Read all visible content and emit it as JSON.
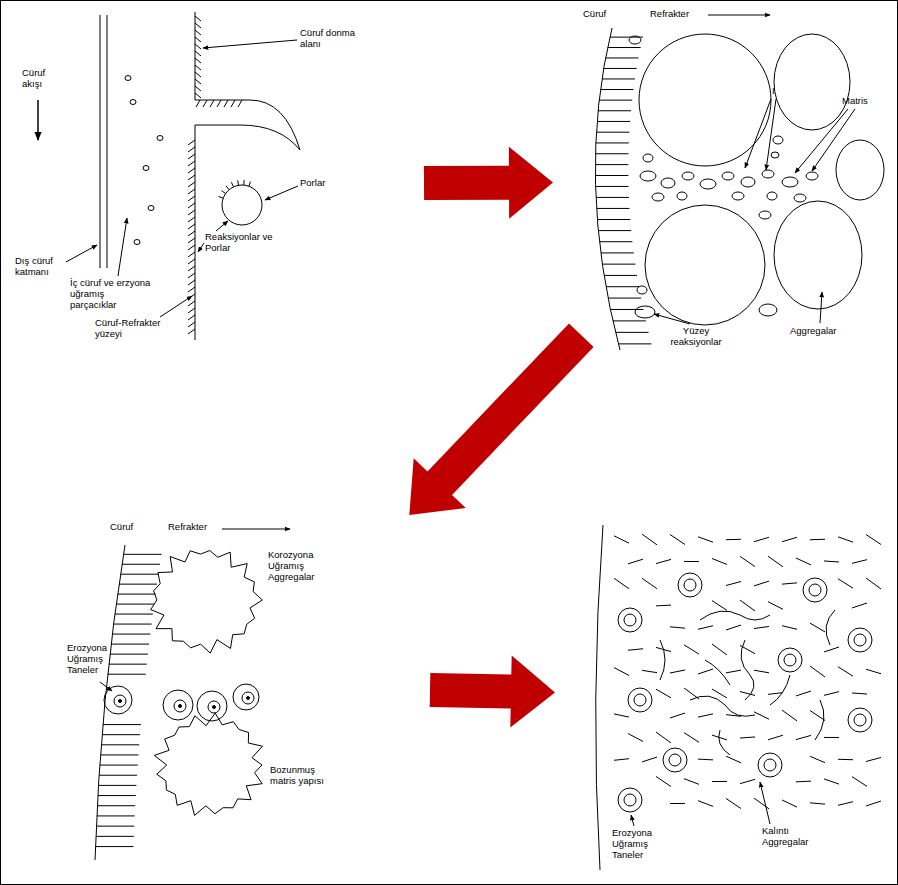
{
  "diagram": {
    "nodes": [
      {
        "text": [
          "Cüruf akışı",
          "Dış cüruf katmanı",
          "İç cüruf ve erzyona uğramış parçacıklar",
          "Cüruf donma alanı",
          "Porlar",
          "Reaksiyonlar ve Porlar",
          "Cüruf-Refrakter yüzeyi"
        ]
      },
      {
        "text": [
          "Cüruf",
          "Refrakter",
          "I",
          "Matris",
          "Aggregalar",
          "Yüzey reaksiyonlar"
        ]
      },
      {
        "text": [
          "Cüruf",
          "Refrakter",
          "Korozyona Uğramış Aggregalar",
          "Erozyona Uğramış Taneler",
          "Bozunmuş matris yapısı"
        ]
      },
      {
        "text": [
          "Erozyona Uğramış Taneler",
          "Kalıntı Aggregalar"
        ]
      }
    ],
    "edges": [
      {
        "from": 0,
        "to": 1,
        "arrow": "to"
      },
      {
        "from": 1,
        "to": 2,
        "arrow": "to"
      },
      {
        "from": 2,
        "to": 3,
        "arrow": "to"
      }
    ]
  }
}
